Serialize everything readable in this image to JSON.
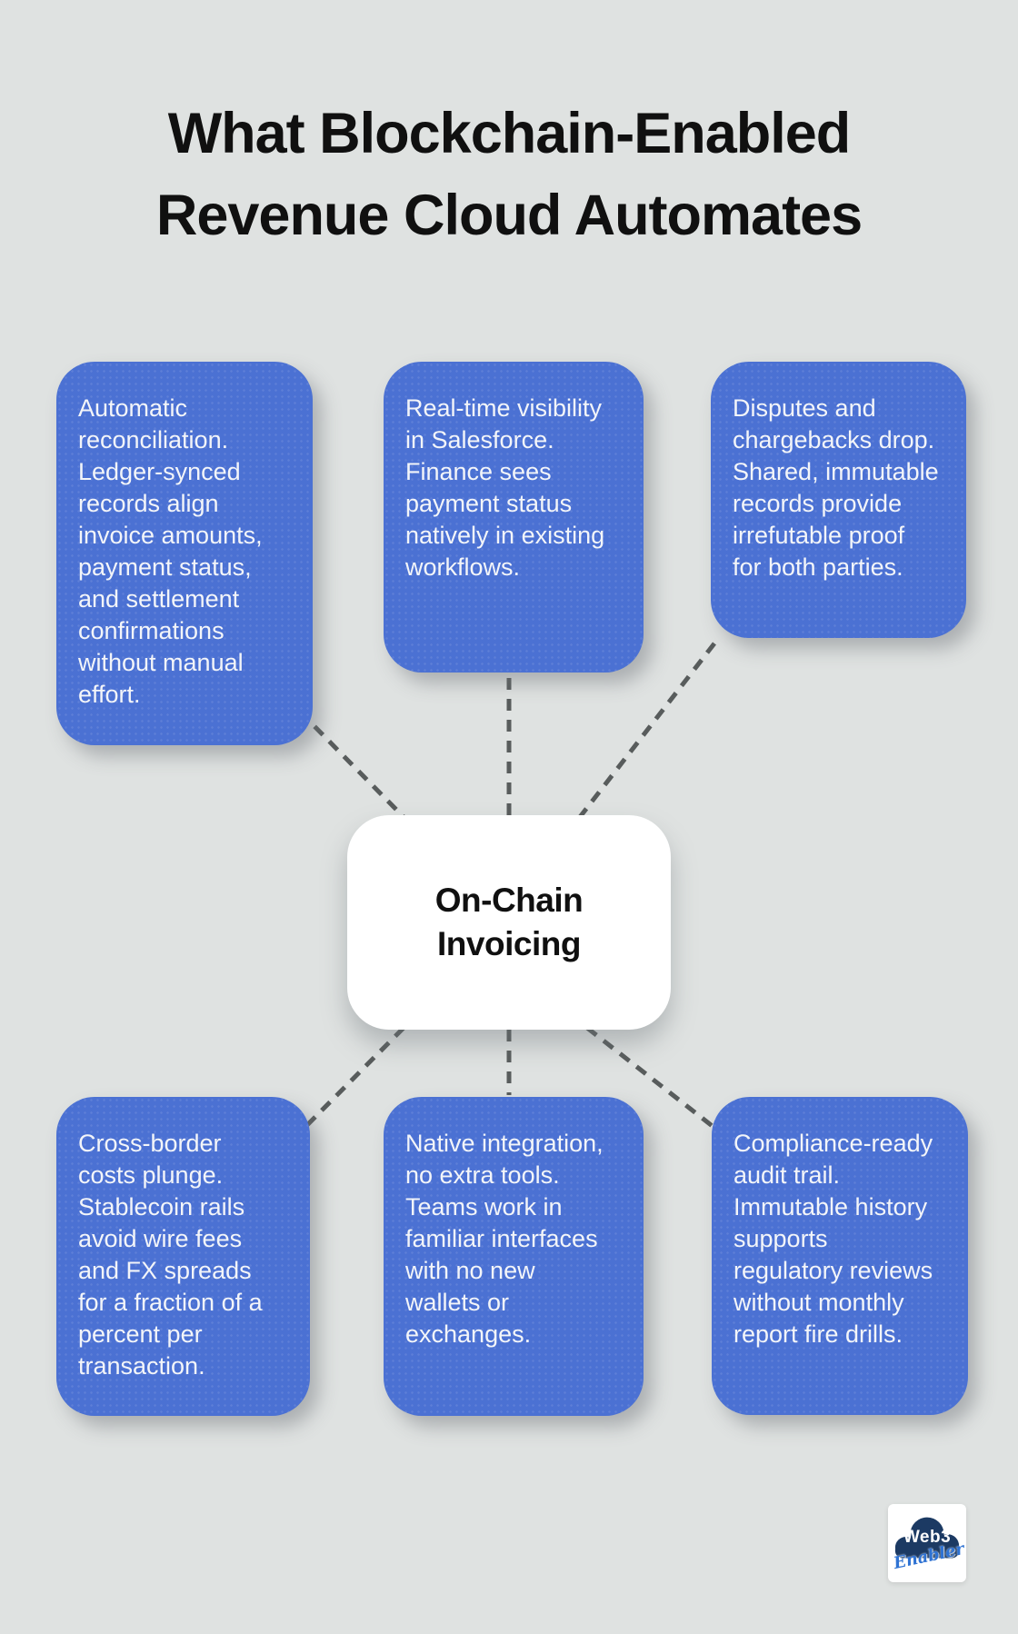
{
  "title": {
    "line1": "What Blockchain-Enabled",
    "line2": "Revenue Cloud Automates"
  },
  "center": {
    "line1": "On-Chain",
    "line2": "Invoicing"
  },
  "cards": {
    "top_left": "Automatic reconciliation. Ledger-synced records align invoice amounts, payment status, and settlement confirmations without manual effort.",
    "top_center": "Real-time visibility in Salesforce. Finance sees payment status natively in existing workflows.",
    "top_right": "Disputes and chargebacks drop. Shared, immutable records provide irrefutable proof for both parties.",
    "bottom_left": "Cross-border costs plunge. Stablecoin rails avoid wire fees and FX spreads for a fraction of a percent per transaction.",
    "bottom_center": "Native integration, no extra tools. Teams work in familiar interfaces with no new wallets or exchanges.",
    "bottom_right": "Compliance-ready audit trail. Immutable history supports regulatory reviews without monthly report fire drills."
  },
  "logo": {
    "brand": "Web3",
    "subbrand": "Enabler"
  },
  "colors": {
    "background": "#dfe2e1",
    "card_blue": "#4b71d3",
    "card_text": "#f3f5f9",
    "connector": "#585c5c",
    "text_dark": "#101010",
    "node_white": "#ffffff",
    "logo_navy": "#1c3a63",
    "logo_blue": "#2e72d3"
  }
}
